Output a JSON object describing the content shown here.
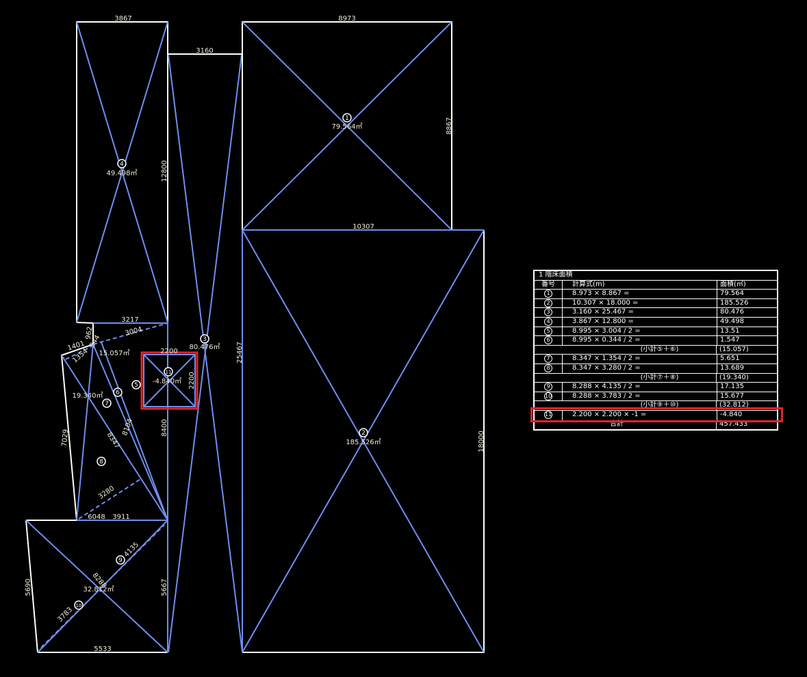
{
  "drawing": {
    "dims": {
      "d3867": "3867",
      "d3160": "3160",
      "d8973": "8973",
      "d8867": "8867",
      "d12800": "12800",
      "d10307": "10307",
      "d25467": "25467",
      "d18000": "18000",
      "d3217": "3217",
      "d3004": "3004",
      "d1401": "1401",
      "d962": "962",
      "d344": "344",
      "d1354": "1354",
      "d2200a": "2200",
      "d2200b": "2200",
      "d8400": "8400",
      "d7029": "7029",
      "d8347": "8347",
      "d8104": "8104",
      "d3280": "3280",
      "d6048": "6048",
      "d3911": "3911",
      "d4135": "4135",
      "d3783": "3783",
      "d5690": "5690",
      "d5667": "5667",
      "d5533": "5533",
      "d8288": "8288"
    },
    "areas": {
      "a1": "79.564㎡",
      "a2": "185.526㎡",
      "a3": "80.476㎡",
      "a4": "49.498㎡",
      "a56": "15.057㎡",
      "a78": "19.340㎡",
      "a910": "32.812㎡",
      "a11": "-4.840㎡"
    },
    "markers": [
      "1",
      "2",
      "3",
      "4",
      "5",
      "6",
      "7",
      "8",
      "9",
      "10",
      "11"
    ],
    "highlight_color": "#e0242a",
    "line_color": "#6f8ff0"
  },
  "table": {
    "title": "1 階床面積",
    "headers": [
      "番号",
      "計算式(m)",
      "面積(㎡)"
    ],
    "rows": [
      {
        "no": "1",
        "formula": "8.973 × 8.867 =",
        "area": "79.564"
      },
      {
        "no": "2",
        "formula": "10.307 × 18.000 =",
        "area": "185.526"
      },
      {
        "no": "3",
        "formula": "3.160 × 25.467 =",
        "area": "80.476"
      },
      {
        "no": "4",
        "formula": "3.867 × 12.800 =",
        "area": "49.498"
      },
      {
        "no": "5",
        "formula": "8.995 × 3.004 / 2 =",
        "area": "13.51"
      },
      {
        "no": "6",
        "formula": "8.995 × 0.344 / 2 =",
        "area": "1.547"
      },
      {
        "subtotal": "(小計⑤＋⑥)",
        "area": "(15.057)"
      },
      {
        "no": "7",
        "formula": "8.347 × 1.354 / 2 =",
        "area": "5.651"
      },
      {
        "no": "8",
        "formula": "8.347 × 3.280 / 2 =",
        "area": "13.689"
      },
      {
        "subtotal": "(小計⑦＋⑧)",
        "area": "(19.340)"
      },
      {
        "no": "9",
        "formula": "8.288 × 4.135 / 2 =",
        "area": "17.135"
      },
      {
        "no": "10",
        "formula": "8.288 × 3.783 / 2 =",
        "area": "15.677"
      },
      {
        "subtotal": "(小計⑨＋⑩)",
        "area": "(32.812)"
      },
      {
        "no": "11",
        "formula": "2.200 × 2.200 × -1 =",
        "area": "-4.840"
      }
    ],
    "total_label": "合計",
    "total_value": "457.433"
  }
}
